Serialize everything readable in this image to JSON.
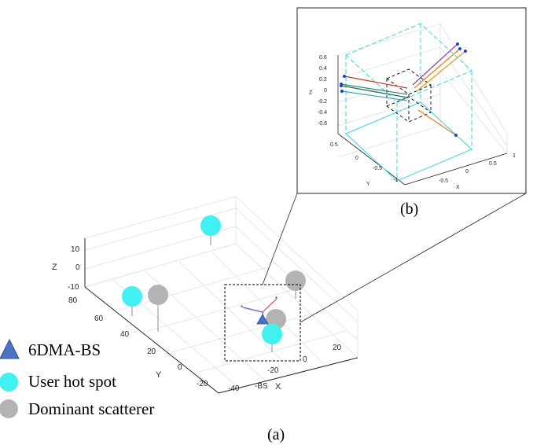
{
  "figure": {
    "main_caption": "(a)",
    "inset_caption": "(b)",
    "colors": {
      "bs_marker": "#4a73c2",
      "user_hotspot": "#41f1f2",
      "scatterer": "#b3b3b3",
      "inset_cube": "#35d6e6",
      "zoom_box": "#000000"
    }
  },
  "legend": {
    "items": [
      {
        "label": "6DMA-BS",
        "icon": "triangle-icon"
      },
      {
        "label": "User hot spot",
        "icon": "cyan-circle-icon"
      },
      {
        "label": "Dominant scatterer",
        "icon": "gray-circle-icon"
      }
    ]
  },
  "main_plot": {
    "z_label": "Z",
    "y_label": "Y",
    "x_label": "X",
    "bs_label": "-BS",
    "z_ticks": [
      "10",
      "0",
      "-10"
    ],
    "y_ticks": [
      "80",
      "60",
      "40",
      "20",
      "0",
      "-20"
    ],
    "x_ticks": [
      "-40",
      "-20",
      "0",
      "20"
    ]
  },
  "inset_plot": {
    "z_label": "Z",
    "y_label": "Y",
    "x_label": "X",
    "z_ticks": [
      "0.6",
      "0.4",
      "0.2",
      "0",
      "-0.2",
      "-0.4",
      "-0.6"
    ],
    "y_ticks": [
      "0.5",
      "0",
      "-0.5",
      "-1"
    ],
    "x_ticks": [
      "-0.5",
      "0",
      "0.5",
      "1"
    ]
  }
}
